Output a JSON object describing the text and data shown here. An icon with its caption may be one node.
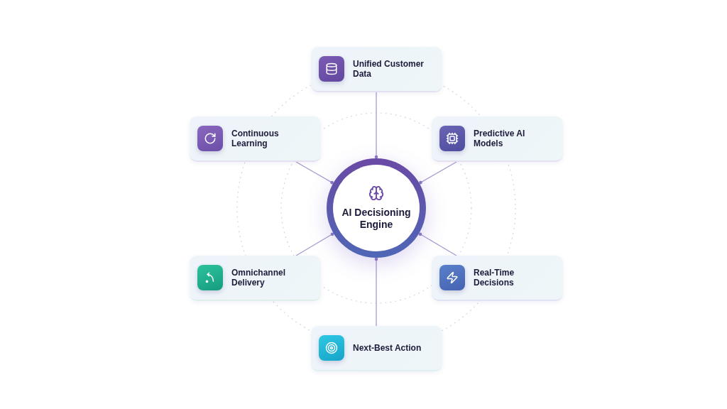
{
  "diagram": {
    "nodes": [
      {
        "text": [
          "AI Decisioning Engine"
        ]
      },
      {
        "text": [
          "Unified Customer Data"
        ]
      },
      {
        "text": [
          "Predictive AI Models"
        ]
      },
      {
        "text": [
          "Real-Time Decisions"
        ]
      },
      {
        "text": [
          "Next-Best Action"
        ]
      },
      {
        "text": [
          "Omnichannel Delivery"
        ]
      },
      {
        "text": [
          "Continuous Learning"
        ]
      }
    ],
    "edges": [
      {
        "from": 1,
        "to": 0,
        "arrow": "other"
      },
      {
        "from": 2,
        "to": 0,
        "arrow": "other"
      },
      {
        "from": 3,
        "to": 0,
        "arrow": "other"
      },
      {
        "from": 4,
        "to": 0,
        "arrow": "other"
      },
      {
        "from": 5,
        "to": 0,
        "arrow": "other"
      },
      {
        "from": 6,
        "to": 0,
        "arrow": "other"
      }
    ]
  }
}
